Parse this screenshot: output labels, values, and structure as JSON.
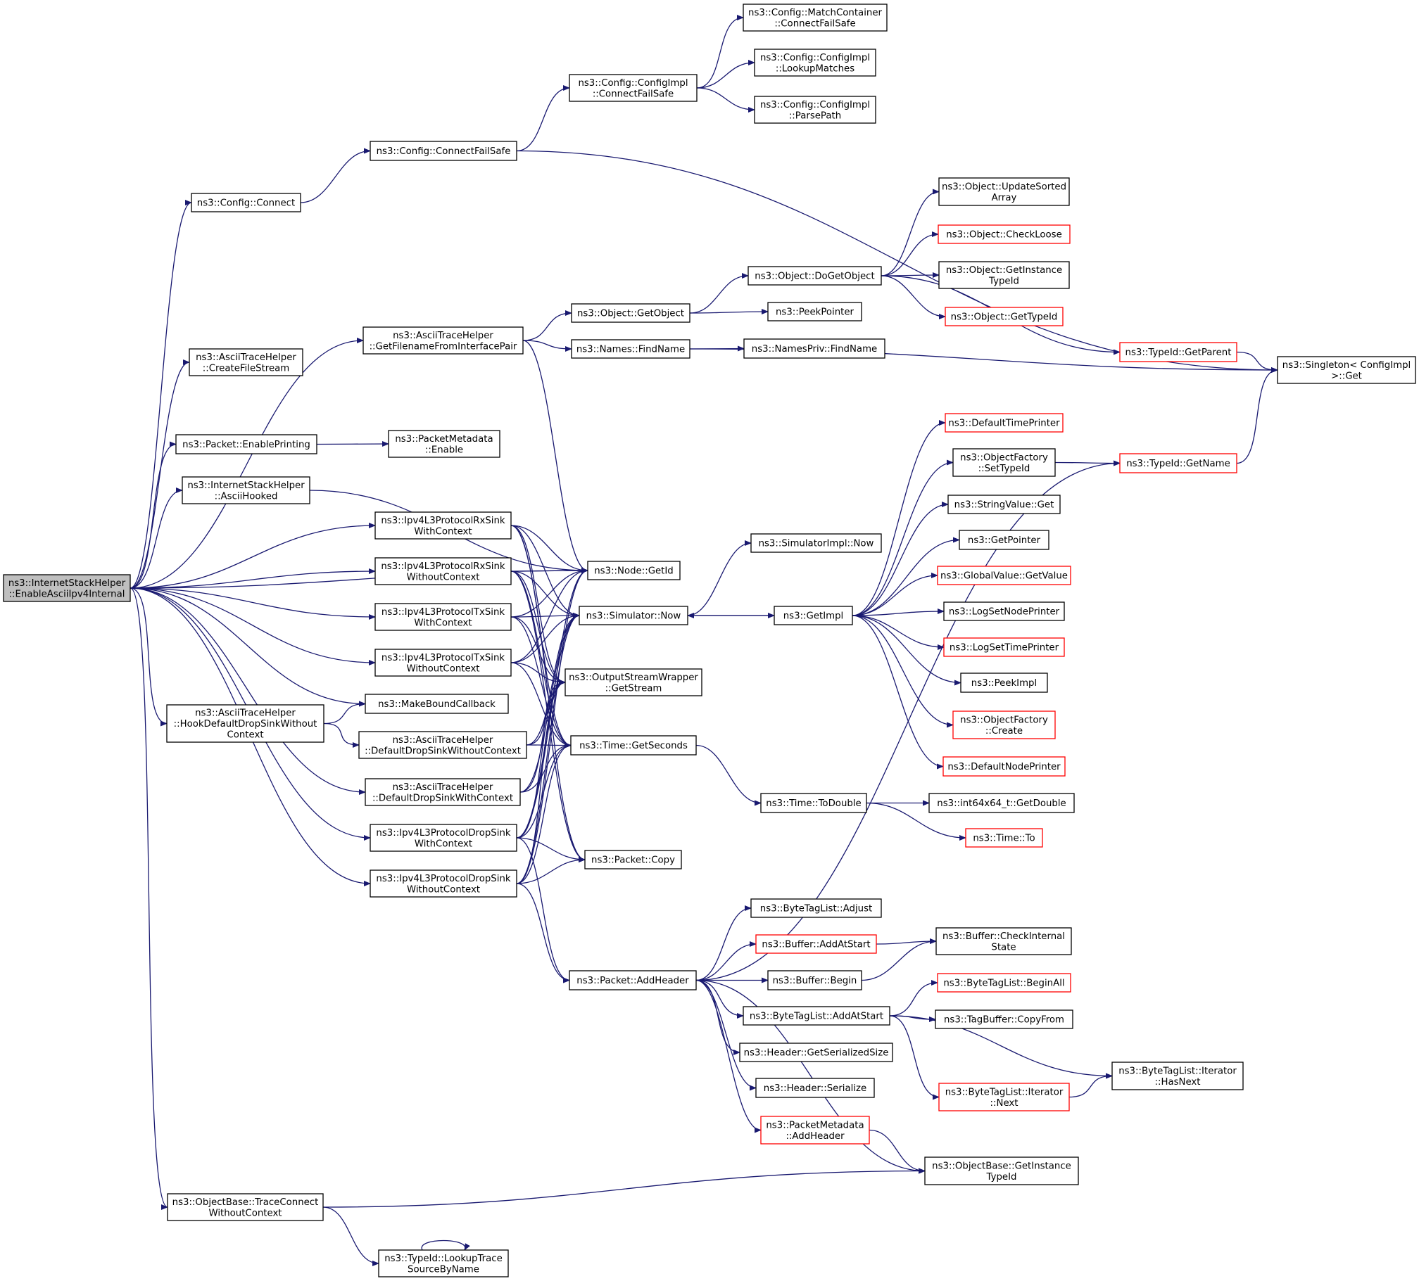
{
  "nodes": [
    {
      "id": "root",
      "lines": [
        "ns3::InternetStackHelper",
        "::EnableAsciiIpv4Internal"
      ],
      "style": "root"
    },
    {
      "id": "cfgConnect",
      "lines": [
        "ns3::Config::Connect"
      ]
    },
    {
      "id": "cfgConnectFailSafe",
      "lines": [
        "ns3::Config::ConnectFailSafe"
      ]
    },
    {
      "id": "cfgImplConnectFailSafe",
      "lines": [
        "ns3::Config::ConfigImpl",
        "::ConnectFailSafe"
      ]
    },
    {
      "id": "matchContainerConnectFailSafe",
      "lines": [
        "ns3::Config::MatchContainer",
        "::ConnectFailSafe"
      ]
    },
    {
      "id": "cfgImplLookupMatches",
      "lines": [
        "ns3::Config::ConfigImpl",
        "::LookupMatches"
      ]
    },
    {
      "id": "cfgImplParsePath",
      "lines": [
        "ns3::Config::ConfigImpl",
        "::ParsePath"
      ]
    },
    {
      "id": "getFilenameFromInterfacePair",
      "lines": [
        "ns3::AsciiTraceHelper",
        "::GetFilenameFromInterfacePair"
      ]
    },
    {
      "id": "createFileStream",
      "lines": [
        "ns3::AsciiTraceHelper",
        "::CreateFileStream"
      ]
    },
    {
      "id": "packetEnablePrinting",
      "lines": [
        "ns3::Packet::EnablePrinting"
      ]
    },
    {
      "id": "packetMetadataEnable",
      "lines": [
        "ns3::PacketMetadata",
        "::Enable"
      ]
    },
    {
      "id": "asciiHooked",
      "lines": [
        "ns3::InternetStackHelper",
        "::AsciiHooked"
      ]
    },
    {
      "id": "rxSinkWithContext",
      "lines": [
        "ns3::Ipv4L3ProtocolRxSink",
        "WithContext"
      ]
    },
    {
      "id": "rxSinkWithoutContext",
      "lines": [
        "ns3::Ipv4L3ProtocolRxSink",
        "WithoutContext"
      ]
    },
    {
      "id": "txSinkWithContext",
      "lines": [
        "ns3::Ipv4L3ProtocolTxSink",
        "WithContext"
      ]
    },
    {
      "id": "txSinkWithoutContext",
      "lines": [
        "ns3::Ipv4L3ProtocolTxSink",
        "WithoutContext"
      ]
    },
    {
      "id": "makeBoundCallback",
      "lines": [
        "ns3::MakeBoundCallback"
      ]
    },
    {
      "id": "hookDefaultDropSinkWithoutContext",
      "lines": [
        "ns3::AsciiTraceHelper",
        "::HookDefaultDropSinkWithout",
        "Context"
      ]
    },
    {
      "id": "defaultDropSinkWithoutContext",
      "lines": [
        "ns3::AsciiTraceHelper",
        "::DefaultDropSinkWithoutContext"
      ]
    },
    {
      "id": "defaultDropSinkWithContext",
      "lines": [
        "ns3::AsciiTraceHelper",
        "::DefaultDropSinkWithContext"
      ]
    },
    {
      "id": "dropSinkWithContext",
      "lines": [
        "ns3::Ipv4L3ProtocolDropSink",
        "WithContext"
      ]
    },
    {
      "id": "dropSinkWithoutContext",
      "lines": [
        "ns3::Ipv4L3ProtocolDropSink",
        "WithoutContext"
      ]
    },
    {
      "id": "traceConnectWithoutContext",
      "lines": [
        "ns3::ObjectBase::TraceConnect",
        "WithoutContext"
      ]
    },
    {
      "id": "lookupTraceSourceByName",
      "lines": [
        "ns3::TypeId::LookupTrace",
        "SourceByName"
      ]
    },
    {
      "id": "objectGetObject",
      "lines": [
        "ns3::Object::GetObject"
      ]
    },
    {
      "id": "namesFindName",
      "lines": [
        "ns3::Names::FindName"
      ]
    },
    {
      "id": "nodeGetId",
      "lines": [
        "ns3::Node::GetId"
      ]
    },
    {
      "id": "simulatorNow",
      "lines": [
        "ns3::Simulator::Now"
      ]
    },
    {
      "id": "outputStreamWrapperGetStream",
      "lines": [
        "ns3::OutputStreamWrapper",
        "::GetStream"
      ]
    },
    {
      "id": "timeGetSeconds",
      "lines": [
        "ns3::Time::GetSeconds"
      ]
    },
    {
      "id": "packetCopy",
      "lines": [
        "ns3::Packet::Copy"
      ]
    },
    {
      "id": "packetAddHeader",
      "lines": [
        "ns3::Packet::AddHeader"
      ]
    },
    {
      "id": "objectDoGetObject",
      "lines": [
        "ns3::Object::DoGetObject"
      ]
    },
    {
      "id": "peekPointer",
      "lines": [
        "ns3::PeekPointer"
      ]
    },
    {
      "id": "namesPrivFindName",
      "lines": [
        "ns3::NamesPriv::FindName"
      ]
    },
    {
      "id": "simulatorImplNow",
      "lines": [
        "ns3::SimulatorImpl::Now"
      ]
    },
    {
      "id": "getImpl",
      "lines": [
        "ns3::GetImpl"
      ]
    },
    {
      "id": "timeToDouble",
      "lines": [
        "ns3::Time::ToDouble"
      ]
    },
    {
      "id": "objectUpdateSortedArray",
      "lines": [
        "ns3::Object::UpdateSorted",
        "Array"
      ]
    },
    {
      "id": "objectCheckLoose",
      "lines": [
        "ns3::Object::CheckLoose"
      ],
      "style": "red"
    },
    {
      "id": "objectGetInstanceTypeId",
      "lines": [
        "ns3::Object::GetInstance",
        "TypeId"
      ]
    },
    {
      "id": "objectGetTypeId",
      "lines": [
        "ns3::Object::GetTypeId"
      ],
      "style": "red"
    },
    {
      "id": "typeIdGetParent",
      "lines": [
        "ns3::TypeId::GetParent"
      ],
      "style": "red"
    },
    {
      "id": "singletonGet",
      "lines": [
        "ns3::Singleton< ConfigImpl",
        ">::Get"
      ]
    },
    {
      "id": "defaultTimePrinter",
      "lines": [
        "ns3::DefaultTimePrinter"
      ],
      "style": "red"
    },
    {
      "id": "objectFactorySetTypeId",
      "lines": [
        "ns3::ObjectFactory",
        "::SetTypeId"
      ]
    },
    {
      "id": "stringValueGet",
      "lines": [
        "ns3::StringValue::Get"
      ]
    },
    {
      "id": "getPointer",
      "lines": [
        "ns3::GetPointer"
      ]
    },
    {
      "id": "globalValueGetValue",
      "lines": [
        "ns3::GlobalValue::GetValue"
      ],
      "style": "red"
    },
    {
      "id": "logSetNodePrinter",
      "lines": [
        "ns3::LogSetNodePrinter"
      ]
    },
    {
      "id": "logSetTimePrinter",
      "lines": [
        "ns3::LogSetTimePrinter"
      ],
      "style": "red"
    },
    {
      "id": "peekImpl",
      "lines": [
        "ns3::PeekImpl"
      ]
    },
    {
      "id": "objectFactoryCreate",
      "lines": [
        "ns3::ObjectFactory",
        "::Create"
      ],
      "style": "red"
    },
    {
      "id": "defaultNodePrinter",
      "lines": [
        "ns3::DefaultNodePrinter"
      ],
      "style": "red"
    },
    {
      "id": "typeIdGetName",
      "lines": [
        "ns3::TypeId::GetName"
      ],
      "style": "red"
    },
    {
      "id": "int64x64GetDouble",
      "lines": [
        "ns3::int64x64_t::GetDouble"
      ]
    },
    {
      "id": "timeTo",
      "lines": [
        "ns3::Time::To"
      ],
      "style": "red"
    },
    {
      "id": "byteTagListAdjust",
      "lines": [
        "ns3::ByteTagList::Adjust"
      ]
    },
    {
      "id": "bufferAddAtStart",
      "lines": [
        "ns3::Buffer::AddAtStart"
      ],
      "style": "red"
    },
    {
      "id": "bufferCheckInternalState",
      "lines": [
        "ns3::Buffer::CheckInternal",
        "State"
      ]
    },
    {
      "id": "bufferBegin",
      "lines": [
        "ns3::Buffer::Begin"
      ]
    },
    {
      "id": "byteTagListBeginAll",
      "lines": [
        "ns3::ByteTagList::BeginAll"
      ],
      "style": "red"
    },
    {
      "id": "byteTagListAddAtStart",
      "lines": [
        "ns3::ByteTagList::AddAtStart"
      ]
    },
    {
      "id": "tagBufferCopyFrom",
      "lines": [
        "ns3::TagBuffer::CopyFrom"
      ]
    },
    {
      "id": "headerGetSerializedSize",
      "lines": [
        "ns3::Header::GetSerializedSize"
      ]
    },
    {
      "id": "byteTagListIteratorHasNext",
      "lines": [
        "ns3::ByteTagList::Iterator",
        "::HasNext"
      ]
    },
    {
      "id": "headerSerialize",
      "lines": [
        "ns3::Header::Serialize"
      ]
    },
    {
      "id": "byteTagListIteratorNext",
      "lines": [
        "ns3::ByteTagList::Iterator",
        "::Next"
      ],
      "style": "red"
    },
    {
      "id": "packetMetadataAddHeader",
      "lines": [
        "ns3::PacketMetadata",
        "::AddHeader"
      ],
      "style": "red"
    },
    {
      "id": "objectBaseGetInstanceTypeId",
      "lines": [
        "ns3::ObjectBase::GetInstance",
        "TypeId"
      ]
    }
  ],
  "edges": [
    [
      "root",
      "cfgConnect"
    ],
    [
      "root",
      "getFilenameFromInterfacePair"
    ],
    [
      "root",
      "createFileStream"
    ],
    [
      "root",
      "nodeGetId"
    ],
    [
      "root",
      "packetEnablePrinting"
    ],
    [
      "root",
      "asciiHooked"
    ],
    [
      "root",
      "rxSinkWithContext"
    ],
    [
      "root",
      "rxSinkWithoutContext"
    ],
    [
      "root",
      "txSinkWithContext"
    ],
    [
      "root",
      "txSinkWithoutContext"
    ],
    [
      "root",
      "makeBoundCallback"
    ],
    [
      "root",
      "hookDefaultDropSinkWithoutContext"
    ],
    [
      "root",
      "defaultDropSinkWithContext"
    ],
    [
      "root",
      "dropSinkWithContext"
    ],
    [
      "root",
      "dropSinkWithoutContext"
    ],
    [
      "root",
      "traceConnectWithoutContext"
    ],
    [
      "cfgConnect",
      "cfgConnectFailSafe"
    ],
    [
      "cfgConnectFailSafe",
      "cfgImplConnectFailSafe"
    ],
    [
      "cfgConnectFailSafe",
      "singletonGet"
    ],
    [
      "cfgImplConnectFailSafe",
      "matchContainerConnectFailSafe"
    ],
    [
      "cfgImplConnectFailSafe",
      "cfgImplLookupMatches"
    ],
    [
      "cfgImplConnectFailSafe",
      "cfgImplParsePath"
    ],
    [
      "getFilenameFromInterfacePair",
      "objectGetObject"
    ],
    [
      "getFilenameFromInterfacePair",
      "namesFindName"
    ],
    [
      "getFilenameFromInterfacePair",
      "nodeGetId"
    ],
    [
      "packetEnablePrinting",
      "packetMetadataEnable"
    ],
    [
      "asciiHooked",
      "nodeGetId"
    ],
    [
      "rxSinkWithContext",
      "nodeGetId"
    ],
    [
      "rxSinkWithContext",
      "simulatorNow"
    ],
    [
      "rxSinkWithContext",
      "outputStreamWrapperGetStream"
    ],
    [
      "rxSinkWithContext",
      "timeGetSeconds"
    ],
    [
      "rxSinkWithContext",
      "packetCopy"
    ],
    [
      "rxSinkWithoutContext",
      "nodeGetId"
    ],
    [
      "rxSinkWithoutContext",
      "simulatorNow"
    ],
    [
      "rxSinkWithoutContext",
      "outputStreamWrapperGetStream"
    ],
    [
      "rxSinkWithoutContext",
      "timeGetSeconds"
    ],
    [
      "rxSinkWithoutContext",
      "packetCopy"
    ],
    [
      "txSinkWithContext",
      "nodeGetId"
    ],
    [
      "txSinkWithContext",
      "simulatorNow"
    ],
    [
      "txSinkWithContext",
      "outputStreamWrapperGetStream"
    ],
    [
      "txSinkWithContext",
      "timeGetSeconds"
    ],
    [
      "txSinkWithoutContext",
      "nodeGetId"
    ],
    [
      "txSinkWithoutContext",
      "simulatorNow"
    ],
    [
      "txSinkWithoutContext",
      "outputStreamWrapperGetStream"
    ],
    [
      "txSinkWithoutContext",
      "timeGetSeconds"
    ],
    [
      "hookDefaultDropSinkWithoutContext",
      "makeBoundCallback"
    ],
    [
      "hookDefaultDropSinkWithoutContext",
      "defaultDropSinkWithoutContext"
    ],
    [
      "defaultDropSinkWithoutContext",
      "simulatorNow"
    ],
    [
      "defaultDropSinkWithoutContext",
      "outputStreamWrapperGetStream"
    ],
    [
      "defaultDropSinkWithoutContext",
      "timeGetSeconds"
    ],
    [
      "defaultDropSinkWithContext",
      "simulatorNow"
    ],
    [
      "defaultDropSinkWithContext",
      "outputStreamWrapperGetStream"
    ],
    [
      "defaultDropSinkWithContext",
      "timeGetSeconds"
    ],
    [
      "dropSinkWithContext",
      "nodeGetId"
    ],
    [
      "dropSinkWithContext",
      "simulatorNow"
    ],
    [
      "dropSinkWithContext",
      "outputStreamWrapperGetStream"
    ],
    [
      "dropSinkWithContext",
      "timeGetSeconds"
    ],
    [
      "dropSinkWithContext",
      "packetCopy"
    ],
    [
      "dropSinkWithContext",
      "packetAddHeader"
    ],
    [
      "dropSinkWithoutContext",
      "nodeGetId"
    ],
    [
      "dropSinkWithoutContext",
      "simulatorNow"
    ],
    [
      "dropSinkWithoutContext",
      "outputStreamWrapperGetStream"
    ],
    [
      "dropSinkWithoutContext",
      "timeGetSeconds"
    ],
    [
      "dropSinkWithoutContext",
      "packetCopy"
    ],
    [
      "dropSinkWithoutContext",
      "packetAddHeader"
    ],
    [
      "traceConnectWithoutContext",
      "lookupTraceSourceByName"
    ],
    [
      "traceConnectWithoutContext",
      "objectBaseGetInstanceTypeId"
    ],
    [
      "lookupTraceSourceByName",
      "lookupTraceSourceByName"
    ],
    [
      "objectGetObject",
      "objectDoGetObject"
    ],
    [
      "objectGetObject",
      "peekPointer"
    ],
    [
      "namesFindName",
      "namesPrivFindName"
    ],
    [
      "namesFindName",
      "singletonGet"
    ],
    [
      "simulatorNow",
      "simulatorImplNow"
    ],
    [
      "simulatorNow",
      "getImpl"
    ],
    [
      "timeGetSeconds",
      "timeToDouble"
    ],
    [
      "objectDoGetObject",
      "objectUpdateSortedArray"
    ],
    [
      "objectDoGetObject",
      "objectCheckLoose"
    ],
    [
      "objectDoGetObject",
      "objectGetInstanceTypeId"
    ],
    [
      "objectDoGetObject",
      "objectGetTypeId"
    ],
    [
      "objectDoGetObject",
      "typeIdGetParent"
    ],
    [
      "typeIdGetParent",
      "singletonGet"
    ],
    [
      "typeIdGetName",
      "singletonGet"
    ],
    [
      "getImpl",
      "defaultTimePrinter"
    ],
    [
      "getImpl",
      "objectFactorySetTypeId"
    ],
    [
      "getImpl",
      "stringValueGet"
    ],
    [
      "getImpl",
      "getPointer"
    ],
    [
      "getImpl",
      "globalValueGetValue"
    ],
    [
      "getImpl",
      "logSetNodePrinter"
    ],
    [
      "getImpl",
      "logSetTimePrinter"
    ],
    [
      "getImpl",
      "peekImpl"
    ],
    [
      "getImpl",
      "objectFactoryCreate"
    ],
    [
      "getImpl",
      "defaultNodePrinter"
    ],
    [
      "getImpl",
      "simulatorNow"
    ],
    [
      "objectFactorySetTypeId",
      "typeIdGetName"
    ],
    [
      "timeToDouble",
      "int64x64GetDouble"
    ],
    [
      "timeToDouble",
      "timeTo"
    ],
    [
      "packetAddHeader",
      "typeIdGetName"
    ],
    [
      "packetAddHeader",
      "byteTagListAdjust"
    ],
    [
      "packetAddHeader",
      "bufferAddAtStart"
    ],
    [
      "packetAddHeader",
      "bufferBegin"
    ],
    [
      "packetAddHeader",
      "byteTagListAddAtStart"
    ],
    [
      "packetAddHeader",
      "headerGetSerializedSize"
    ],
    [
      "packetAddHeader",
      "headerSerialize"
    ],
    [
      "packetAddHeader",
      "packetMetadataAddHeader"
    ],
    [
      "packetAddHeader",
      "objectBaseGetInstanceTypeId"
    ],
    [
      "bufferAddAtStart",
      "bufferCheckInternalState"
    ],
    [
      "bufferBegin",
      "bufferCheckInternalState"
    ],
    [
      "byteTagListAddAtStart",
      "byteTagListBeginAll"
    ],
    [
      "byteTagListAddAtStart",
      "tagBufferCopyFrom"
    ],
    [
      "byteTagListAddAtStart",
      "byteTagListIteratorHasNext"
    ],
    [
      "byteTagListAddAtStart",
      "byteTagListIteratorNext"
    ],
    [
      "byteTagListIteratorNext",
      "byteTagListIteratorHasNext"
    ],
    [
      "packetMetadataAddHeader",
      "objectBaseGetInstanceTypeId"
    ]
  ]
}
